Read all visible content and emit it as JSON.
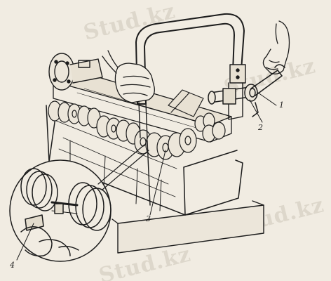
{
  "figure": {
    "callouts": [
      {
        "id": "1",
        "label": "1"
      },
      {
        "id": "2",
        "label": "2"
      },
      {
        "id": "3",
        "label": "3"
      },
      {
        "id": "4",
        "label": "4"
      }
    ],
    "watermark": "Stud.kz",
    "colors": {
      "paper": "#f1ece2",
      "ink": "#1c1c1c",
      "watermark": "#968c7d"
    }
  }
}
